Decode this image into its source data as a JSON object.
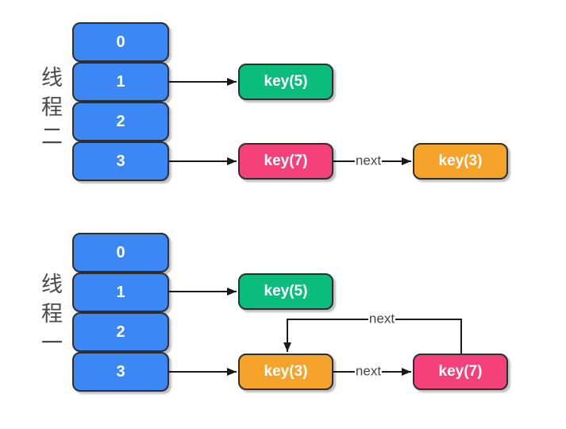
{
  "colors": {
    "bucket_blue": "#3b87f3",
    "node_green": "#0bbd7d",
    "node_pink": "#f5417b",
    "node_orange": "#f5a32b",
    "box_outline": "#2e2e2e",
    "connector_line": "#1a1a1a",
    "node_text": "#ffffff",
    "label_text": "#4a4a4a"
  },
  "top_section": {
    "thread_label": "线程二",
    "buckets": [
      "0",
      "1",
      "2",
      "3"
    ],
    "nodes": {
      "key5": {
        "label": "key(5)",
        "color": "green"
      },
      "key7": {
        "label": "key(7)",
        "color": "pink"
      },
      "key3": {
        "label": "key(3)",
        "color": "orange"
      }
    },
    "edge_labels": {
      "key7_to_key3": "next"
    }
  },
  "bottom_section": {
    "thread_label": "线程一",
    "buckets": [
      "0",
      "1",
      "2",
      "3"
    ],
    "nodes": {
      "key5": {
        "label": "key(5)",
        "color": "green"
      },
      "key3": {
        "label": "key(3)",
        "color": "orange"
      },
      "key7": {
        "label": "key(7)",
        "color": "pink"
      }
    },
    "edge_labels": {
      "key3_to_key7": "next",
      "key7_to_key3": "next"
    }
  }
}
